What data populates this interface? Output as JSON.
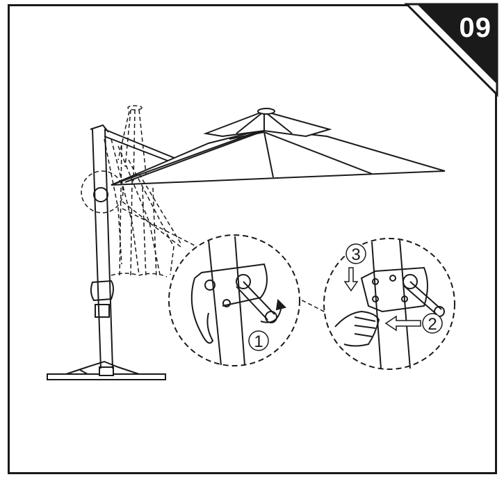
{
  "step": {
    "number": "09"
  },
  "callouts": {
    "one": "1",
    "two": "2",
    "three": "3"
  },
  "colors": {
    "ink": "#1a1a1a",
    "badge": "#1a1a1a",
    "paper": "#ffffff"
  },
  "icons": [
    "umbrella-illustration",
    "crank-handle-icon",
    "rotate-arrow-icon",
    "hand-icon",
    "push-arrow-icon",
    "down-arrow-icon"
  ]
}
